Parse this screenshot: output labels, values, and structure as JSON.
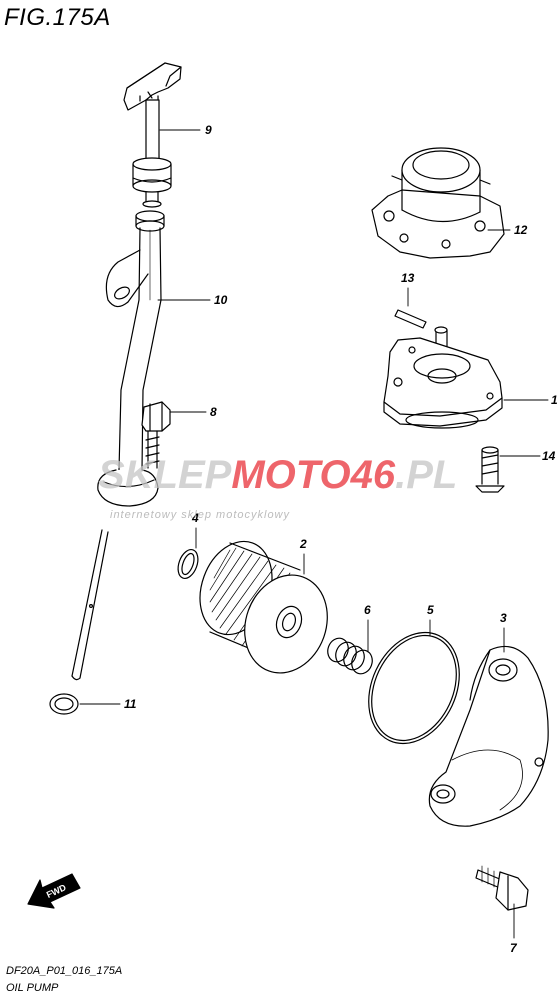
{
  "figure": {
    "title": "FIG.175A",
    "code": "DF20A_P01_016_175A",
    "name": "OIL PUMP"
  },
  "watermark": {
    "part1": "SKLEP",
    "part2": "MOTO",
    "part3": "46",
    "part4": ".PL",
    "subtitle": "internetowy sklep motocyklowy",
    "colors": {
      "grey": "#bdbdbd",
      "red": "#e8323a"
    }
  },
  "fwd_label": "FWD",
  "callouts": {
    "c1": "1",
    "c2": "2",
    "c3": "3",
    "c4": "4",
    "c5": "5",
    "c6": "6",
    "c7": "7",
    "c8": "8",
    "c9": "9",
    "c10": "10",
    "c11": "11",
    "c12": "12",
    "c13": "13",
    "c14": "14"
  }
}
